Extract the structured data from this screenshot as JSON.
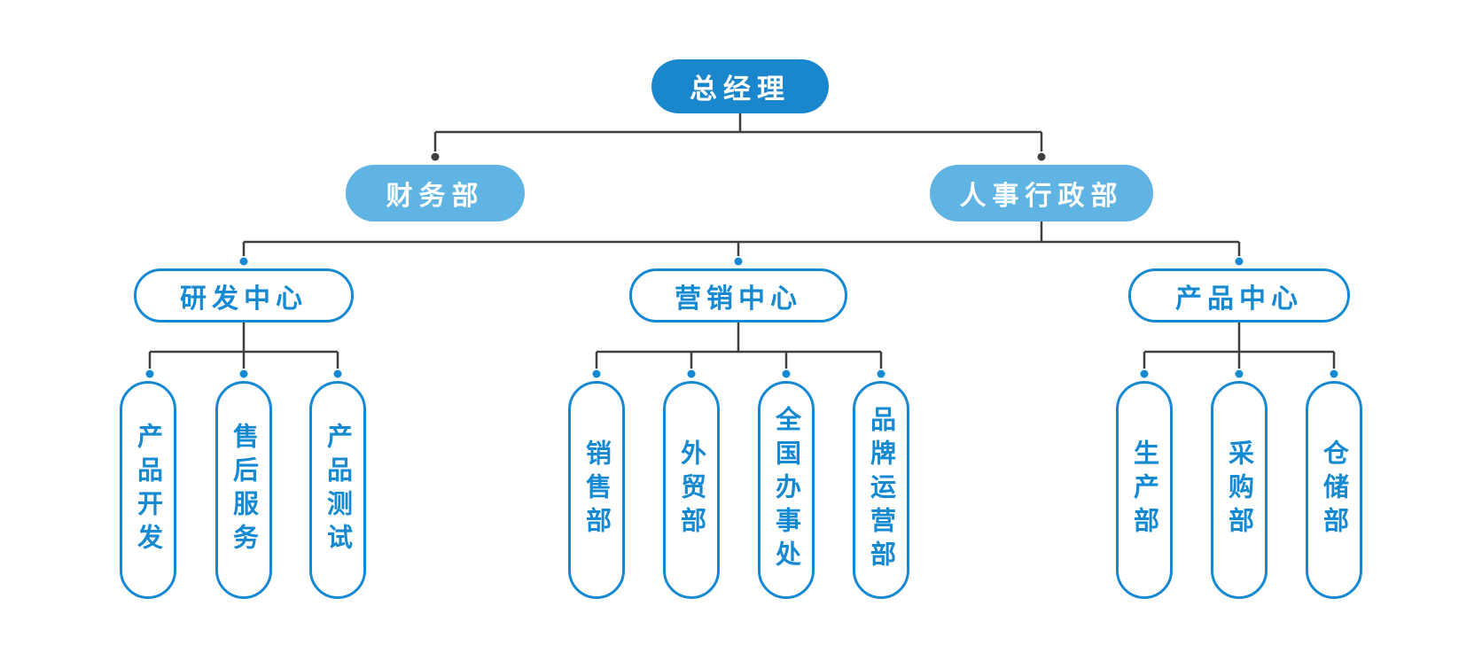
{
  "org_chart": {
    "root": {
      "label": "总经理"
    },
    "level1": [
      {
        "label": "财务部"
      },
      {
        "label": "人事行政部"
      }
    ],
    "centers": [
      {
        "label": "研发中心",
        "children": [
          {
            "label": "产品开发"
          },
          {
            "label": "售后服务"
          },
          {
            "label": "产品测试"
          }
        ]
      },
      {
        "label": "营销中心",
        "children": [
          {
            "label": "销售部"
          },
          {
            "label": "外贸部"
          },
          {
            "label": "全国办事处"
          },
          {
            "label": "品牌运营部"
          }
        ]
      },
      {
        "label": "产品中心",
        "children": [
          {
            "label": "生产部"
          },
          {
            "label": "采购部"
          },
          {
            "label": "仓储部"
          }
        ]
      }
    ],
    "colors": {
      "root_fill": "#1a86cc",
      "level1_fill": "#5fb4e3",
      "outline_blue": "#1589d1",
      "text_on_solid": "#ffffff",
      "connector_line": "#3f3f3f",
      "connector_dot_dark": "#3f3f3f",
      "connector_dot_blue": "#1589d1",
      "background": "#ffffff"
    }
  }
}
